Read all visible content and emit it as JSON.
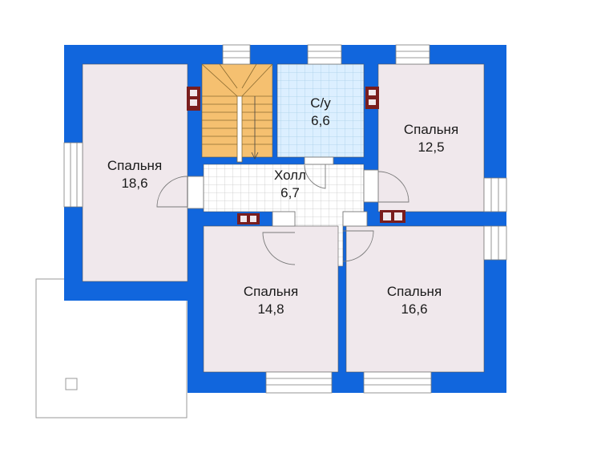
{
  "colors": {
    "wall": "#1166dd",
    "room": "#f0e8ec",
    "bath": "#dcefff",
    "hall": "#ffffff",
    "stairs": "#f5c070",
    "chimney": "#7a1d1d",
    "terrace": "#ffffff",
    "line": "#999999"
  },
  "rooms": [
    {
      "id": "bedroom-left",
      "name": "Спальня",
      "area": "18,6"
    },
    {
      "id": "bathroom",
      "name": "С/у",
      "area": "6,6"
    },
    {
      "id": "bedroom-top-right",
      "name": "Спальня",
      "area": "12,5"
    },
    {
      "id": "hall",
      "name": "Холл",
      "area": "6,7"
    },
    {
      "id": "bedroom-bottom-middle",
      "name": "Спальня",
      "area": "14,8"
    },
    {
      "id": "bedroom-bottom-right",
      "name": "Спальня",
      "area": "16,6"
    }
  ]
}
